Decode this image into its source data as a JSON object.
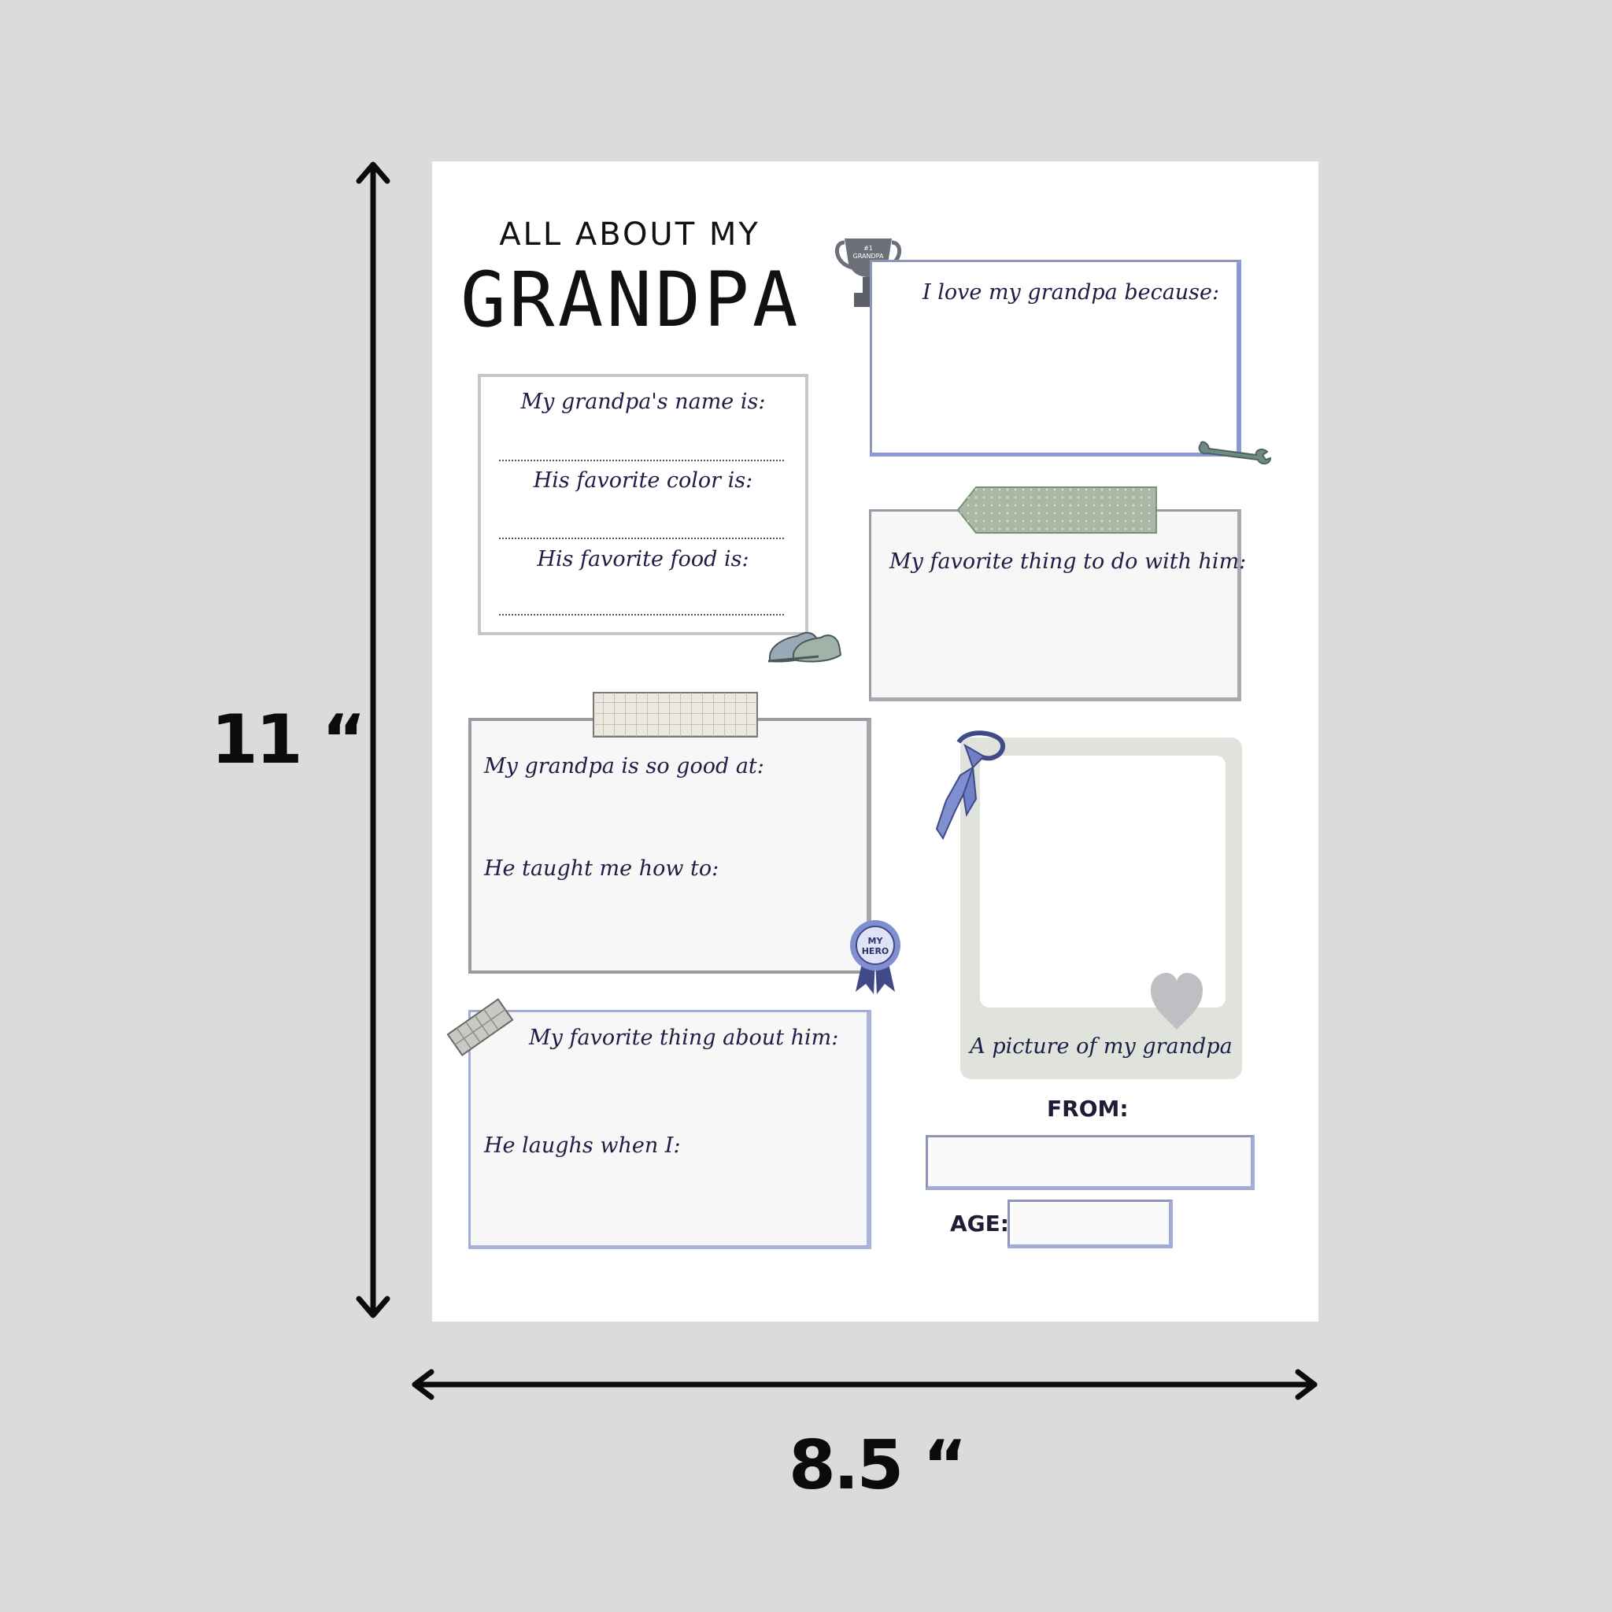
{
  "dimensions": {
    "height_label": "11 “",
    "width_label": "8.5 “"
  },
  "worksheet": {
    "title_top": "ALL ABOUT MY",
    "title_main": "GRANDPA",
    "trophy_text_line1": "#1",
    "trophy_text_line2": "GRANDPA",
    "ribbon_text_line1": "MY",
    "ribbon_text_line2": "HERO",
    "info_box": {
      "name_prompt": "My grandpa's name is:",
      "color_prompt": "His favorite color is:",
      "food_prompt": "His favorite food is:"
    },
    "love_prompt": "I love my grandpa because:",
    "favorite_thing_to_do_prompt": "My favorite thing to do with him:",
    "good_at_prompt": "My grandpa is so good at:",
    "taught_prompt": "He taught me how to:",
    "favorite_about_prompt": "My favorite thing about him:",
    "laughs_prompt": "He laughs when I:",
    "picture_caption": "A picture of my grandpa",
    "from_label": "FROM:",
    "age_label": "AGE:"
  },
  "icons": [
    "arrow-vertical-icon",
    "arrow-horizontal-icon",
    "trophy-icon",
    "wrench-icon",
    "shoe-icon",
    "tie-icon",
    "heart-icon",
    "ribbon-icon",
    "tape-icon"
  ],
  "colors": {
    "background": "#dcdbdc",
    "paper": "#ffffff",
    "accent_blue": "#7f8fd0",
    "sage": "#a9b8a4",
    "frame_grey": "#dfe3dc",
    "ink": "#1d1d45"
  }
}
